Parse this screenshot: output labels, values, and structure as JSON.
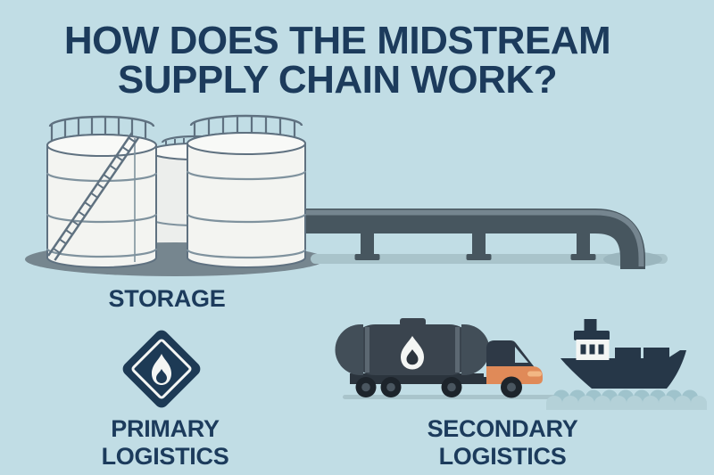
{
  "colors": {
    "bg": "#c1dde5",
    "navy": "#1c3b5c",
    "tank-white": "#f3f4f1",
    "tank-top": "#f8f9f7",
    "tank-mid": "#eceeec",
    "tank-outline": "#5f7180",
    "tank-band": "#7f929e",
    "shadow": "#76868f",
    "strip": "#a9c4cb",
    "strip-dark": "#9bb6be",
    "pipe": "#47565f",
    "pipe-light": "#75858f",
    "charcoal": "#3a444e",
    "charcoal-cap": "#424e58",
    "charcoal-band": "#5c6872",
    "chassis": "#2b343d",
    "wheel": "#1d242b",
    "hub": "#4a5660",
    "cab-navy": "#2e3946",
    "window-blue": "#b9d8e1",
    "orange": "#e08a58",
    "orange-light": "#f2b784",
    "ship-navy": "#263748",
    "wave": "#9fc3cc",
    "wave-light": "#b4d1d8",
    "white": "#f4f6f4",
    "diamond-navy": "#1d3a55"
  },
  "title": {
    "line1": "HOW DOES THE MIDSTREAM",
    "line2": "SUPPLY CHAIN WORK?"
  },
  "sections": {
    "storage": {
      "label": "STORAGE",
      "icon": "storage-tanks-icon"
    },
    "primary": {
      "line1": "PRIMARY",
      "line2": "LOGISTICS",
      "icon": "flammable-diamond-icon"
    },
    "secondary": {
      "label": "SECONDARY LOGISTICS",
      "icons": [
        "tanker-truck-icon",
        "cargo-ship-icon"
      ]
    }
  }
}
